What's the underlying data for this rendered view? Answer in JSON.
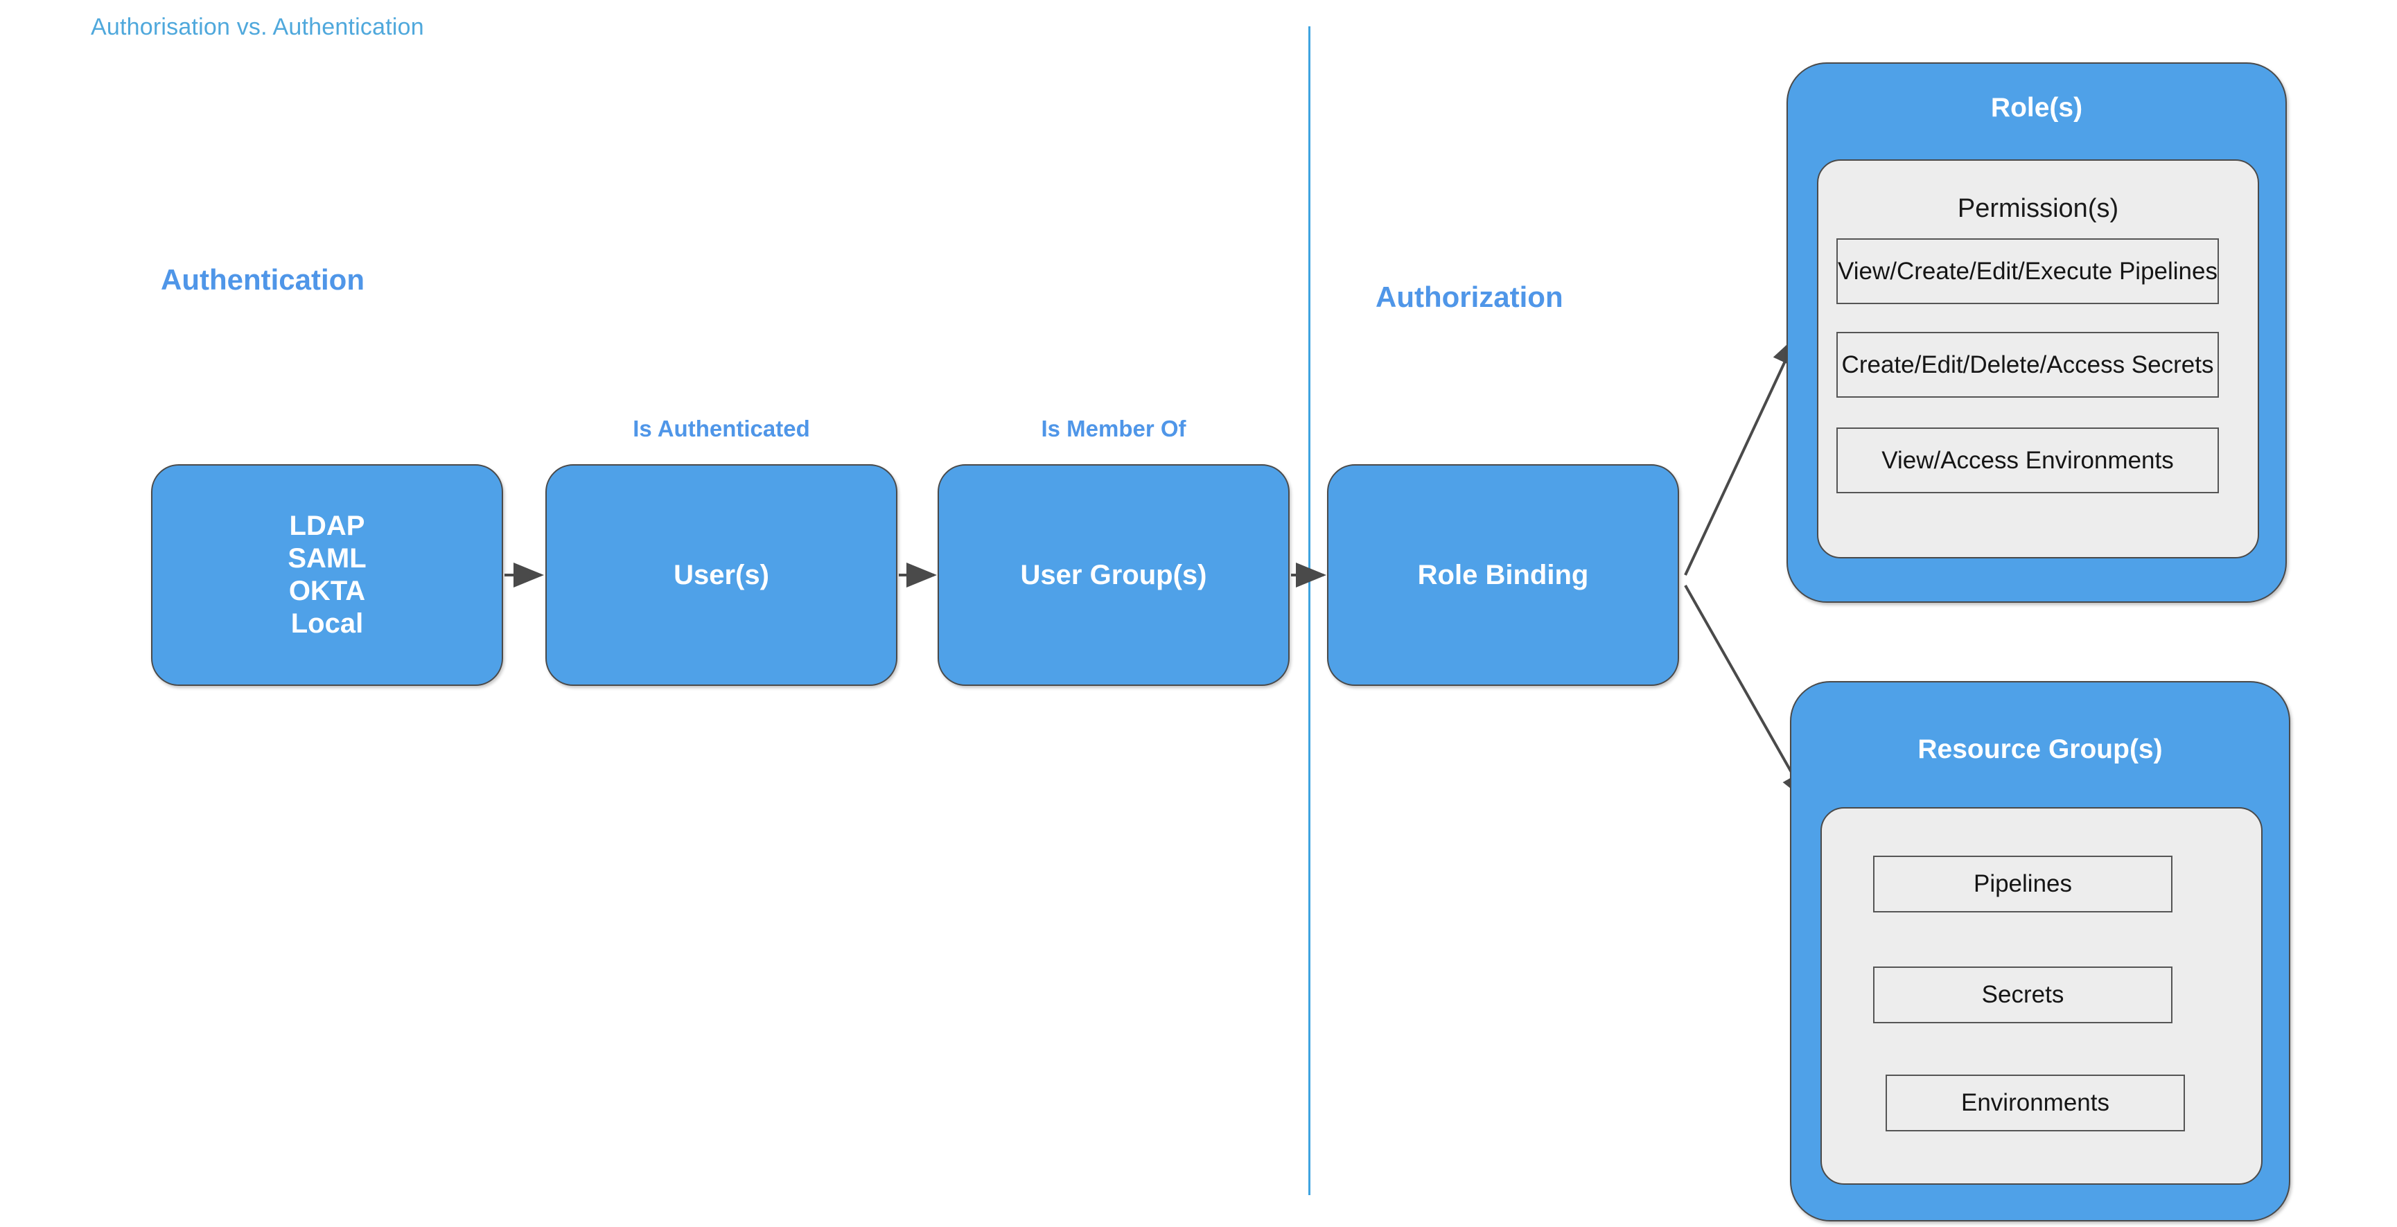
{
  "title": "Authorisation vs. Authentication",
  "colors": {
    "title_blue": "#4FA8DC",
    "heading_blue": "#4F96E8",
    "box_blue": "#4FA1E8",
    "panel_gray": "#EDEDED",
    "border_gray": "#4a4a4a",
    "divider_blue": "#3FA3E0"
  },
  "sections": {
    "authentication_heading": "Authentication",
    "authorization_heading": "Authorization"
  },
  "flow": {
    "sources_box": {
      "lines": [
        "LDAP",
        "SAML",
        "OKTA",
        "Local"
      ]
    },
    "users_box": {
      "label": "User(s)",
      "edge_label": "Is Authenticated"
    },
    "user_groups_box": {
      "label": "User Group(s)",
      "edge_label": "Is Member Of"
    },
    "role_binding_box": {
      "label": "Role Binding"
    }
  },
  "roles_panel": {
    "title": "Role(s)",
    "inner_title": "Permission(s)",
    "permissions": [
      "View/Create/Edit/Execute Pipelines",
      "Create/Edit/Delete/Access Secrets",
      "View/Access Environments"
    ]
  },
  "resource_groups_panel": {
    "title": "Resource Group(s)",
    "resources": [
      "Pipelines",
      "Secrets",
      "Environments"
    ]
  }
}
